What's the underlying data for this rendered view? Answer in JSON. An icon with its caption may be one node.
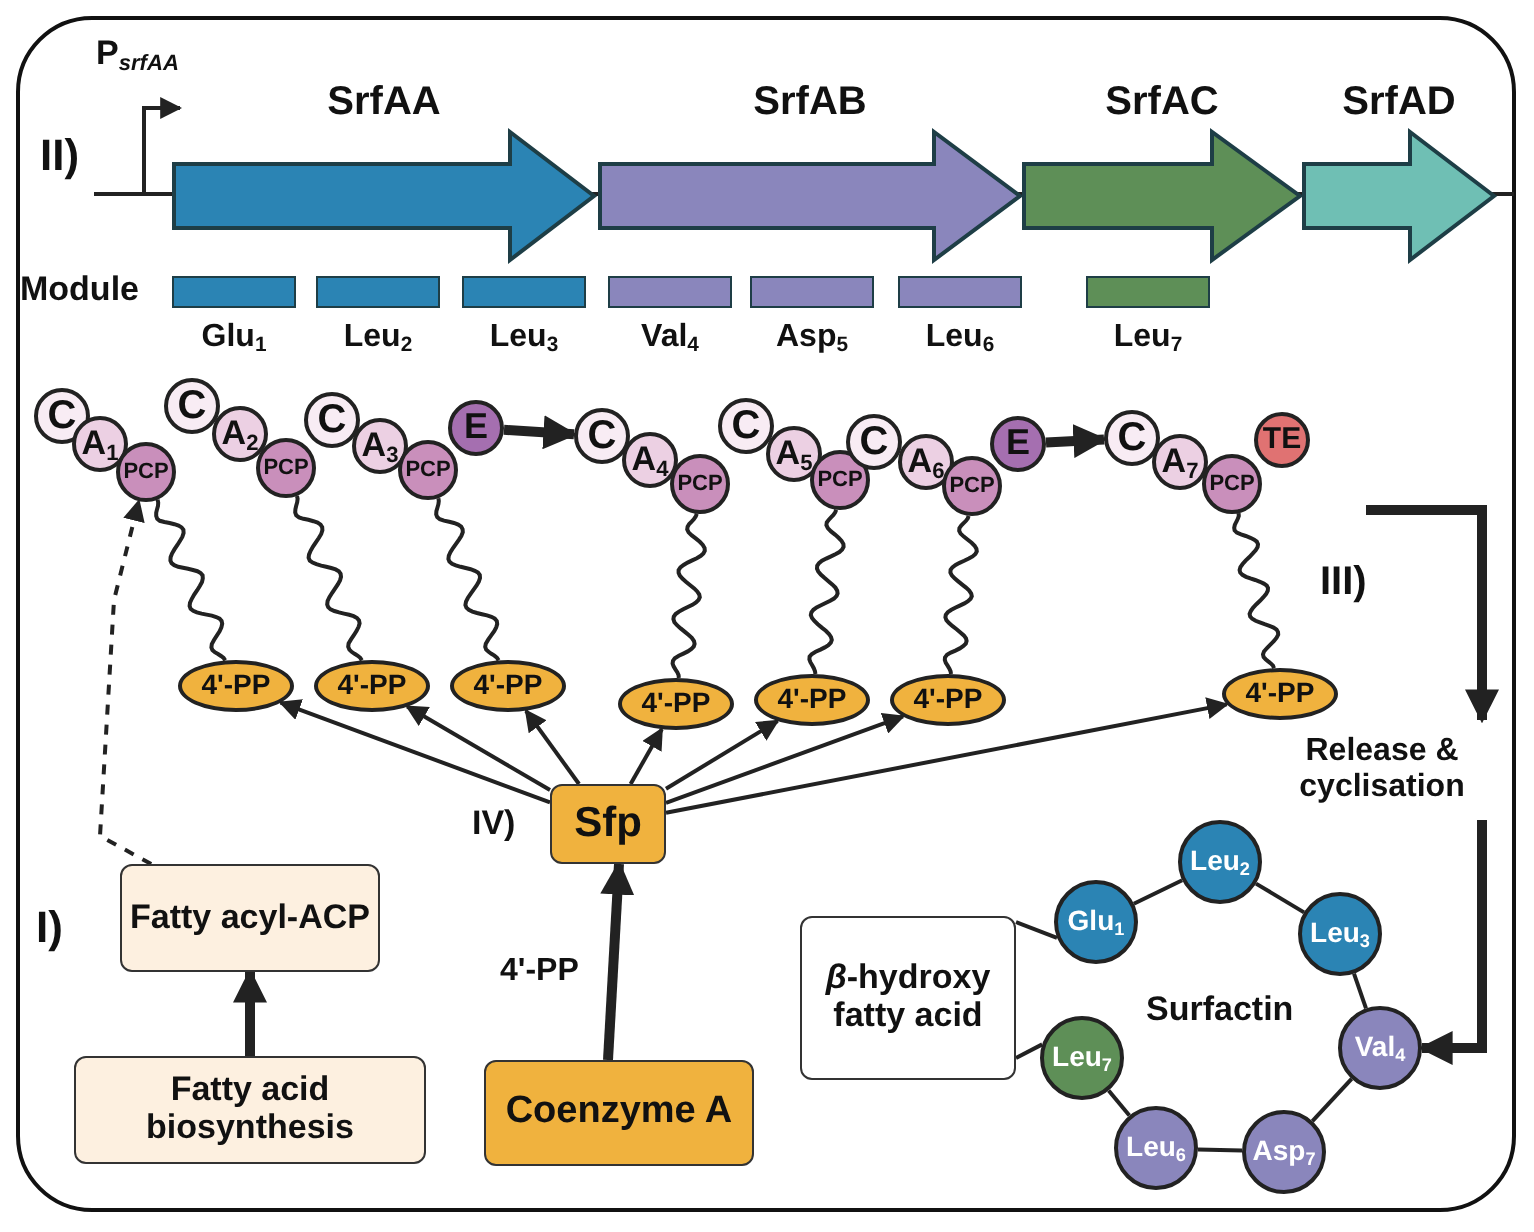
{
  "diagram": {
    "nodes": [
      {
        "text": [
          "SrfAA"
        ]
      },
      {
        "text": [
          "SrfAB"
        ]
      },
      {
        "text": [
          "SrfAC"
        ]
      },
      {
        "text": [
          "SrfAD"
        ]
      },
      {
        "text": [
          "Glu$_{1}$"
        ]
      },
      {
        "text": [
          "Leu$_{2}$"
        ]
      },
      {
        "text": [
          "Leu$_{3}$"
        ]
      },
      {
        "text": [
          "Val$_{4}$"
        ]
      },
      {
        "text": [
          "Asp$_{5}$"
        ]
      },
      {
        "text": [
          "Leu$_{6}$"
        ]
      },
      {
        "text": [
          "Leu$_{7}$"
        ]
      },
      {
        "text": [
          "C"
        ]
      },
      {
        "text": [
          "A$_{1}$"
        ]
      },
      {
        "text": [
          "PCP"
        ]
      },
      {
        "text": [
          "C"
        ]
      },
      {
        "text": [
          "A$_{2}$"
        ]
      },
      {
        "text": [
          "PCP"
        ]
      },
      {
        "text": [
          "C"
        ]
      },
      {
        "text": [
          "A$_{3}$"
        ]
      },
      {
        "text": [
          "PCP"
        ]
      },
      {
        "text": [
          "E"
        ]
      },
      {
        "text": [
          "C"
        ]
      },
      {
        "text": [
          "A$_{4}$"
        ]
      },
      {
        "text": [
          "PCP"
        ]
      },
      {
        "text": [
          "C"
        ]
      },
      {
        "text": [
          "A$_{5}$"
        ]
      },
      {
        "text": [
          "PCP"
        ]
      },
      {
        "text": [
          "C"
        ]
      },
      {
        "text": [
          "A$_{6}$"
        ]
      },
      {
        "text": [
          "PCP"
        ]
      },
      {
        "text": [
          "E"
        ]
      },
      {
        "text": [
          "C"
        ]
      },
      {
        "text": [
          "A$_{7}$"
        ]
      },
      {
        "text": [
          "PCP"
        ]
      },
      {
        "text": [
          "TE"
        ]
      },
      {
        "text": [
          "4'-PP"
        ]
      },
      {
        "text": [
          "4'-PP"
        ]
      },
      {
        "text": [
          "4'-PP"
        ]
      },
      {
        "text": [
          "4'-PP"
        ]
      },
      {
        "text": [
          "4'-PP"
        ]
      },
      {
        "text": [
          "4'-PP"
        ]
      },
      {
        "text": [
          "4'-PP"
        ]
      },
      {
        "text": [
          "Sfp"
        ]
      },
      {
        "text": [
          "Release & cyclisation"
        ]
      },
      {
        "text": [
          "Fatty acyl-ACP"
        ]
      },
      {
        "text": [
          "Fatty acid biosynthesis"
        ]
      },
      {
        "text": [
          "Coenzyme A"
        ]
      },
      {
        "text": [
          "*β*-hydroxy fatty acid"
        ]
      },
      {
        "text": [
          "Glu$_{1}$"
        ]
      },
      {
        "text": [
          "Leu$_{2}$"
        ]
      },
      {
        "text": [
          "Leu$_{3}$"
        ]
      },
      {
        "text": [
          "Val$_{4}$"
        ]
      },
      {
        "text": [
          "Asp$_{7}$"
        ]
      },
      {
        "text": [
          "Leu$_{6}$"
        ]
      },
      {
        "text": [
          "Leu$_{7}$"
        ]
      }
    ],
    "edges": [
      {
        "from": 13,
        "to": 35,
        "arrow": "none"
      },
      {
        "from": 16,
        "to": 36,
        "arrow": "none"
      },
      {
        "from": 19,
        "to": 37,
        "arrow": "none"
      },
      {
        "from": 23,
        "to": 38,
        "arrow": "none"
      },
      {
        "from": 26,
        "to": 39,
        "arrow": "none"
      },
      {
        "from": 29,
        "to": 40,
        "arrow": "none"
      },
      {
        "from": 33,
        "to": 41,
        "arrow": "none"
      },
      {
        "from": 42,
        "to": 35,
        "arrow": "to"
      },
      {
        "from": 42,
        "to": 36,
        "arrow": "to"
      },
      {
        "from": 42,
        "to": 37,
        "arrow": "to"
      },
      {
        "from": 42,
        "to": 38,
        "arrow": "to"
      },
      {
        "from": 42,
        "to": 39,
        "arrow": "to"
      },
      {
        "from": 42,
        "to": 40,
        "arrow": "to"
      },
      {
        "from": 42,
        "to": 41,
        "arrow": "to"
      },
      {
        "from": 44,
        "to": 13,
        "arrow": "to",
        "style": "dashed"
      },
      {
        "from": 45,
        "to": 44,
        "arrow": "to",
        "style": "thick"
      },
      {
        "from": 46,
        "to": 42,
        "arrow": "to",
        "style": "thick",
        "label": "4'-PP"
      },
      {
        "from": 20,
        "to": 21,
        "arrow": "to",
        "style": "thick"
      },
      {
        "from": 30,
        "to": 31,
        "arrow": "to",
        "style": "thick"
      },
      {
        "from": null,
        "to": 43,
        "arrow": "to",
        "style": "thick"
      },
      {
        "from": 43,
        "to": 51,
        "arrow": "to",
        "style": "thick"
      },
      {
        "from": 48,
        "to": 49,
        "arrow": "none"
      },
      {
        "from": 49,
        "to": 50,
        "arrow": "none"
      },
      {
        "from": 50,
        "to": 51,
        "arrow": "none"
      },
      {
        "from": 51,
        "to": 52,
        "arrow": "none"
      },
      {
        "from": 52,
        "to": 53,
        "arrow": "none"
      },
      {
        "from": 53,
        "to": 54,
        "arrow": "none"
      },
      {
        "from": 47,
        "to": 48,
        "arrow": "none"
      },
      {
        "from": 47,
        "to": 54,
        "arrow": "none"
      }
    ],
    "labels": [
      "P$_{srfAA}$",
      "II)",
      "Module",
      "III)",
      "IV)",
      "I)",
      "Surfactin"
    ]
  }
}
